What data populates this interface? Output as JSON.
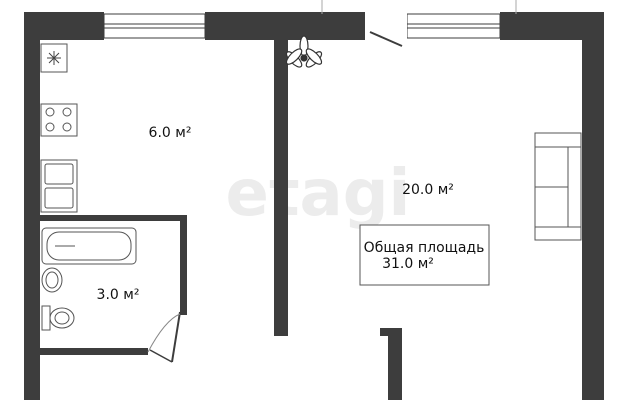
{
  "rooms": {
    "kitchen": {
      "area": "6.0 м²"
    },
    "living": {
      "area": "20.0 м²"
    },
    "bathroom": {
      "area": "3.0 м²"
    }
  },
  "total": {
    "label": "Общая площадь",
    "value": "31.0 м²"
  },
  "watermark": "etagi",
  "colors": {
    "wall": "#3d3d3d",
    "fixture": "#555555",
    "watermark": "#e6e6e6"
  }
}
